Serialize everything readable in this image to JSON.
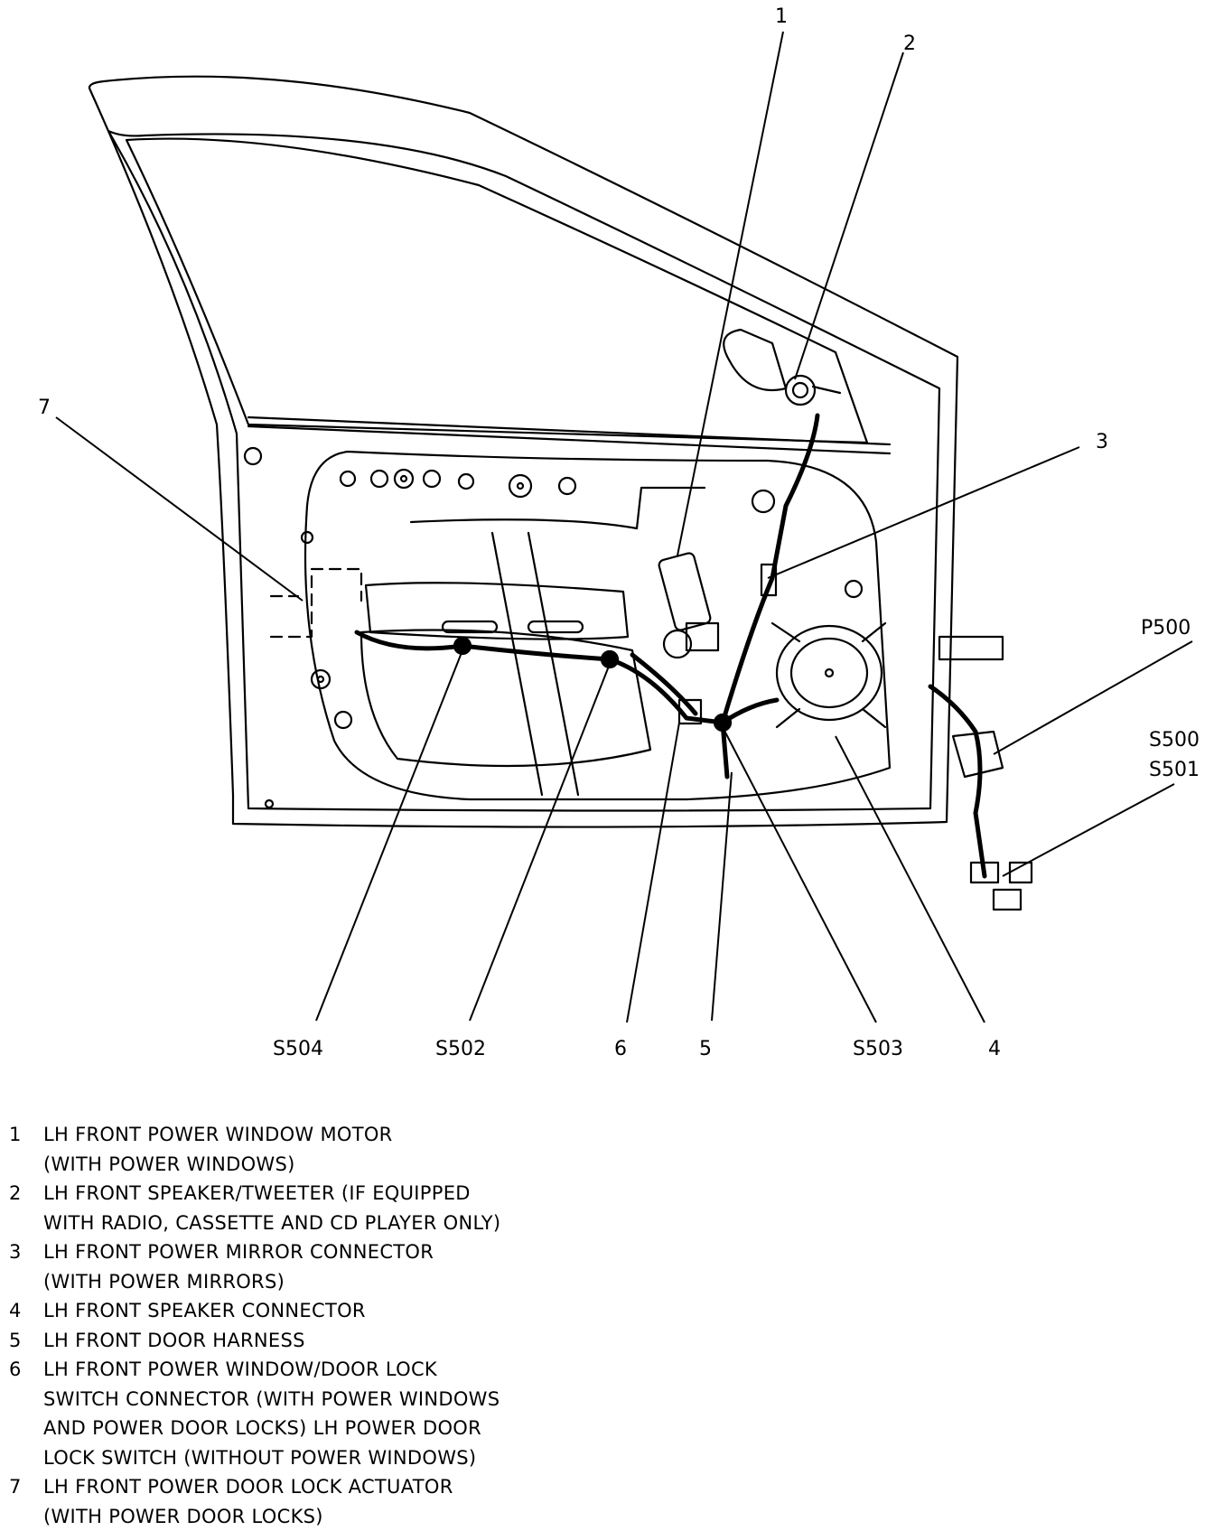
{
  "callouts": {
    "c1": "1",
    "c2": "2",
    "c3": "3",
    "c4": "4",
    "c5": "5",
    "c6": "6",
    "c7": "7",
    "p500": "P500",
    "s500": "S500",
    "s501": "S501",
    "s502": "S502",
    "s503": "S503",
    "s504": "S504"
  },
  "legend": [
    {
      "num": "1",
      "text": "LH FRONT POWER WINDOW MOTOR\n(WITH POWER WINDOWS)"
    },
    {
      "num": "2",
      "text": "LH FRONT SPEAKER/TWEETER (IF EQUIPPED\nWITH RADIO, CASSETTE AND CD PLAYER ONLY)"
    },
    {
      "num": "3",
      "text": "LH FRONT POWER MIRROR CONNECTOR\n(WITH POWER MIRRORS)"
    },
    {
      "num": "4",
      "text": "LH FRONT SPEAKER CONNECTOR"
    },
    {
      "num": "5",
      "text": "LH FRONT DOOR HARNESS"
    },
    {
      "num": "6",
      "text": "LH FRONT POWER WINDOW/DOOR LOCK\nSWITCH CONNECTOR (WITH POWER WINDOWS\nAND POWER DOOR LOCKS) LH POWER DOOR\nLOCK SWITCH (WITHOUT POWER WINDOWS)"
    },
    {
      "num": "7",
      "text": "LH FRONT POWER DOOR LOCK ACTUATOR\n(WITH POWER DOOR LOCKS)"
    }
  ]
}
